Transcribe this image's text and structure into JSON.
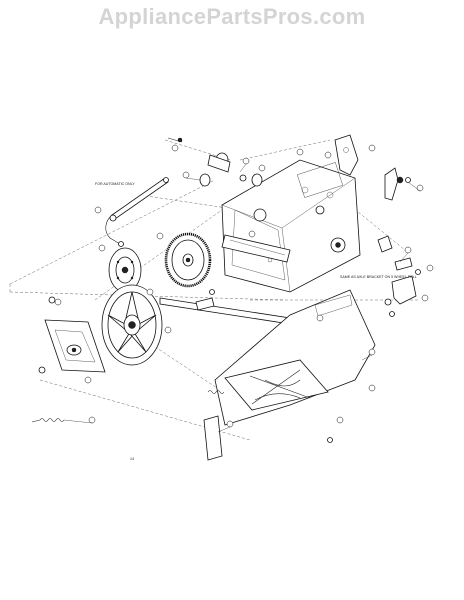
{
  "watermark": "AppliancePartsPros.com",
  "annotations": {
    "automatic_note": "FOR AUTOMATIC ONLY",
    "side_note": "SAME AS AXLE BRACKET ON 5 WHEEL PULL",
    "bottom_mark": "14"
  }
}
